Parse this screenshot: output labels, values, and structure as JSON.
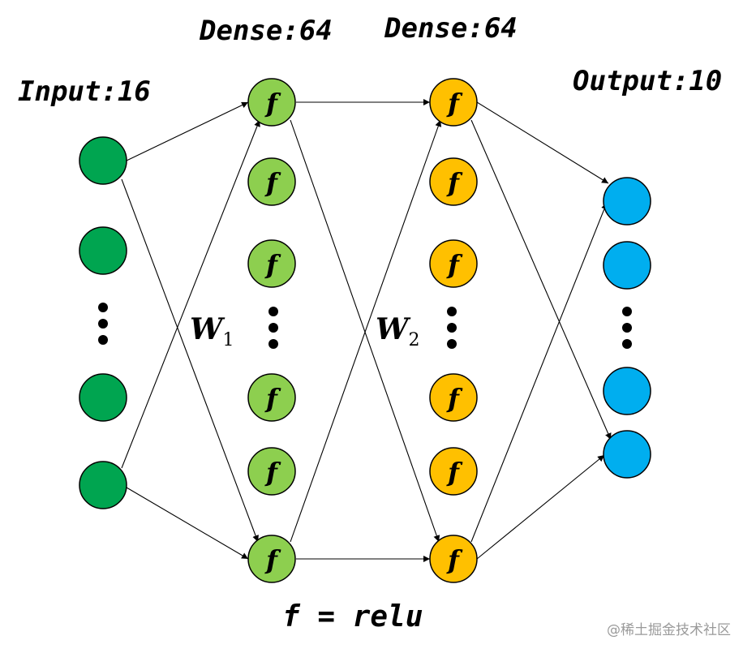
{
  "layers": [
    {
      "label": "Input:16",
      "color": "#00A550",
      "node_symbol": ""
    },
    {
      "label": "Dense:64",
      "color": "#8DCF4F",
      "node_symbol": "f"
    },
    {
      "label": "Dense:64",
      "color": "#FFC000",
      "node_symbol": "f"
    },
    {
      "label": "Output:10",
      "color": "#00AEEF",
      "node_symbol": ""
    }
  ],
  "weights": [
    {
      "base": "W",
      "sub": "1"
    },
    {
      "base": "W",
      "sub": "2"
    }
  ],
  "activation_label": "f = relu",
  "watermark": "@稀土掘金技术社区"
}
